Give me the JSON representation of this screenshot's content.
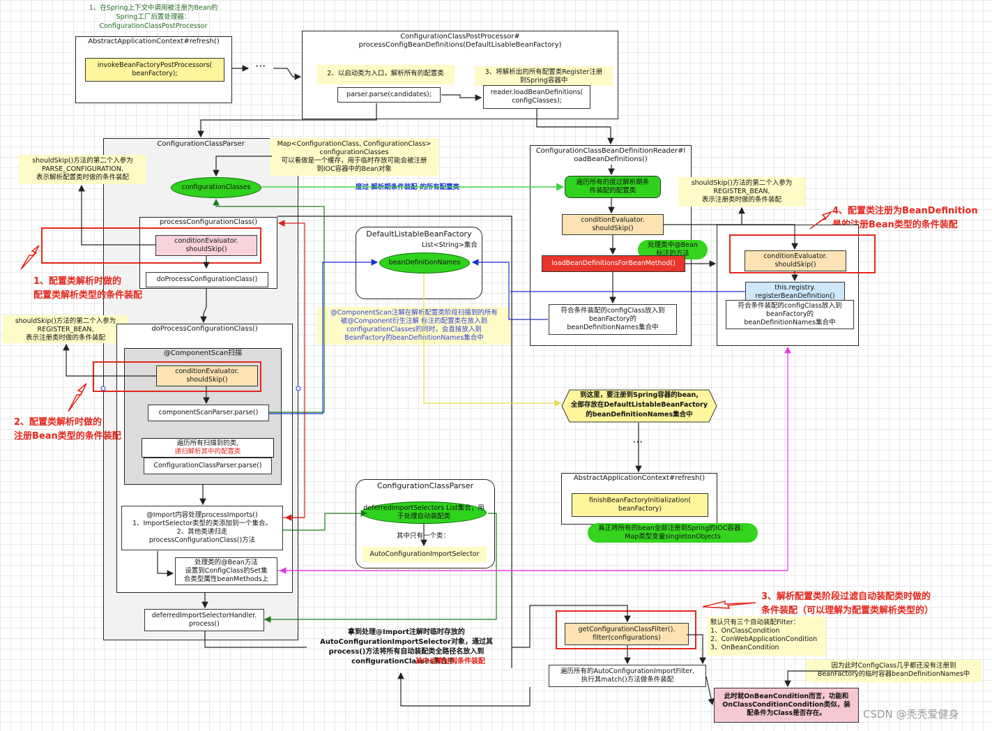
{
  "top_note": "1、在Spring上下文中调用被注册为Bean的\nSpring工厂后置处理器：\nConfigurationClassPostProcessor",
  "refresh_box": {
    "title": "AbstractApplicationContext#refresh()",
    "invoke": "invokeBeanFactoryPostProcessors(\nbeanFactory);"
  },
  "dots": "···",
  "ccpp": {
    "title": "ConfigurationClassPostProcessor#\nprocessConfigBeanDefinitions(DefaultLisableBeanFactory)",
    "note2": "2、以启动类为入口，解析所有的配置类",
    "parse": "parser.parse(candidates);",
    "note3": "3、将解析出的所有配置类Register注册\n到Spring容器中",
    "load": "reader.loadBeanDefinitions(\nconfigClasses);"
  },
  "parser": {
    "title": "ConfigurationClassParser",
    "map_note": "Map<ConfigurationClass, ConfigurationClass>\nconfigurationClasses\n可以看做是一个缓存，用于临时存放可能会被注册\n到IOC容器中的Bean对象",
    "config_classes": "configurationClasses",
    "skip_note1": "shouldSkip()方法的第二个入参为\nPARSE_CONFIGURATION,\n表示解析配置类时做的条件装配",
    "pcc_title": "processConfigurationClass()",
    "cond1": "conditionEvaluator.\nshouldSkip()",
    "do_pcc": "doProcessConfigurationClass()",
    "label1": "1、配置类解析时做的\n配置类解析类型的条件装配",
    "skip_note2": "shouldSkip()方法的第二个入参为\nREGISTER_BEAN,\n表示注册类时做的条件装配",
    "do_title": "doProcessConfigurationClass()",
    "scan_title": "@ComponentScan扫描",
    "cond2": "conditionEvaluator.\nshouldSkip()",
    "label2": "2、配置类解析时做的\n注册Bean类型的条件装配",
    "csp_parse": "componentScanParser.parse()",
    "traverse1": "遍历所有扫描到的类,",
    "traverse2": "递归解析其中的配置类",
    "ccp_parse": "ConfigurationClassParser.parse()",
    "import": "@Import内容处理processImports()\n1、ImportSelector类型的类添加到一个集合。\n2、其他类递归走\nprocessConfigurationClass()方法",
    "bean_methods": "处理类的@Bean方法\n设置到ConfigClass的Set集\n合类型属性beanMethods上",
    "deferred_handler": "deferredImportSelectorHandler.\nprocess()"
  },
  "arrow_label": "度过 解析期条件装配 的所有配置类",
  "dlbf": {
    "title": "DefaultListableBeanFactory",
    "list": "List<String>集合",
    "names": "beanDefinitionNames"
  },
  "component_note": "@ComponentScan注解在解析配置类阶段扫描到的所有\n被@Component衍生注解 标注的配置类在放入到\nconfigurationClasses的同时，会直接放入到\nBeanFactory的beanDefinitionNames集合中",
  "ccp2": {
    "title": "ConfigurationClassParser",
    "deferred": "deferredImportSelectors\nList集合，用于处理自动装配类",
    "only_one": "其中只有一个类：",
    "auto": "AutoConfigurationImportSelector"
  },
  "handle_note_a": "拿到处理@Import注解时临时存放的\nAutoConfigurationImportSelector对象，通过其\nprocess()方法将所有自动装配类全路径名放入到\nconfigurationClasses集合中，",
  "handle_note_b": "其中也牵扯到条件装配",
  "reader": {
    "title": "ConfigurationClassBeanDefinitionReader#l\noadBeanDefinitions()",
    "traverse": "遍历所有的度过解析期条\n件装配的配置类",
    "cond": "conditionEvaluator.\nshouldSkip()",
    "cloud": "处理类中@Bean\n标注的方法",
    "load_method": "loadBeanDefinitionsForBeanMethod()",
    "put": "符合条件装配的configClass放入到\nbeanFactory的\nbeanDefinitionNames集合中"
  },
  "right": {
    "skip_note": "shouldSkip()方法的第二个入参为\nREGISTER_BEAN,\n表示注册类时做的条件装配",
    "label4": "4、配置类注册为BeanDefinition\n是的注册Bean类型的条件装配",
    "cond": "conditionEvaluator.\nshouldSkip()",
    "register": "this.registry.\nregisterBeanDefinition()",
    "put": "符合条件装配的configClass放入到\nbeanFactory的\nbeanDefinitionNames集合中"
  },
  "hexagon": "到这里，要注册到Spring容器的bean,\n全部存放在DefaultListableBeanFactory\n的beanDefinitionNames集合中",
  "dots2": "···",
  "refresh2": {
    "title": "AbstractApplicationContext#refresh()",
    "finish": "finishBeanFactoryInitialization(\nbeanFactory)"
  },
  "cloud2": "真正将所有的bean全部注册到Spring的IOC容器：\nMap类型变量singletonObjects",
  "label3": "3、解析配置类阶段过滤自动装配类时做的\n条件装配（可以理解为配置类解析类型的）",
  "filter": "getConfigurationClassFilter().\nfilter(configurations)",
  "filter_note": "默认只有三个自动装配Filter：\n1、OnClassCondition\n2、ConWebApplicationCondition\n3、OnBeanCondition",
  "traverse_filter": "遍历所有的AutoConfigurationImportFilter,\n执行其match()方法做条件装配",
  "temp_note": "因为此时ConfigClass几乎都还没有注册到\nBeanFactory的临时容器beanDefinitionNames中",
  "onbean": "此时就OnBeanCondition而言，功能和\nOnClassConditionCondition类似，装\n配条件为Class是否存在。",
  "watermark": "CSDN @秃秃爱健身",
  "colors": {
    "green": "#2fd21d",
    "red": "#e3261b",
    "yellow": "#fff59d",
    "blue": "#1c2fd6",
    "magenta": "#e437e8"
  }
}
